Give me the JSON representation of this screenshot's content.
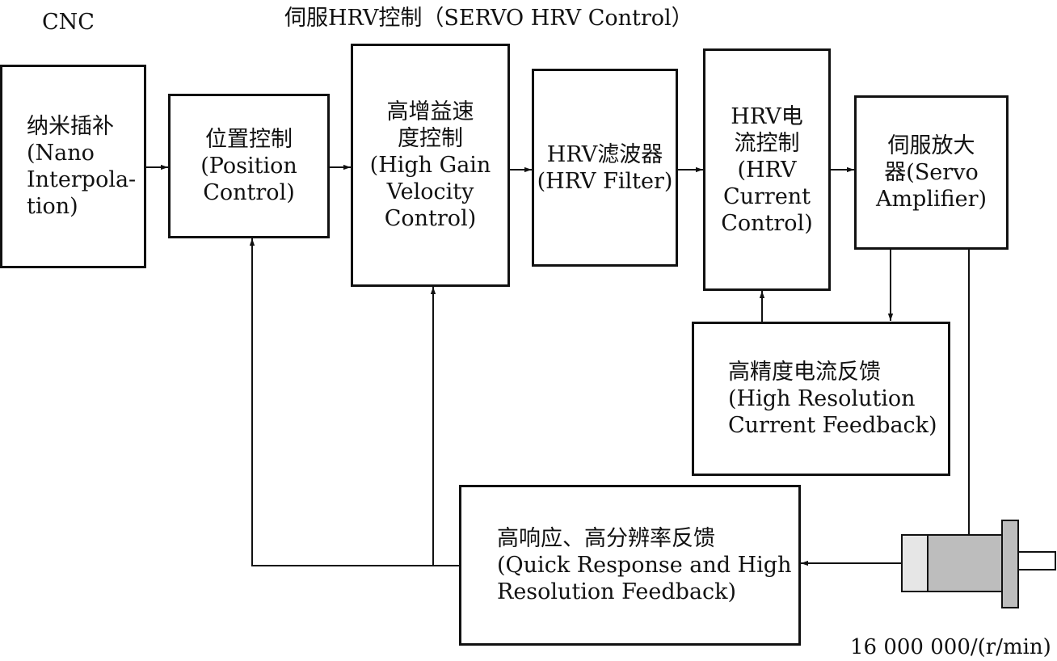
{
  "title_servo": "伺服HRV控制（SERVO HRV Control）",
  "title_cnc": "CNC",
  "blocks": {
    "nano": [
      "纳米插补",
      "(Nano",
      "Interpola-",
      "tion)"
    ],
    "position": [
      "位置控制",
      "(Position",
      "Control)"
    ],
    "velocity": [
      "高增益速",
      "度控制",
      "(High Gain",
      "Velocity",
      "Control)"
    ],
    "filter": [
      "HRV滤波器",
      "(HRV Filter)"
    ],
    "current": [
      "HRV电",
      "流控制",
      "(HRV",
      "Current",
      "Control)"
    ],
    "amplifier": [
      "伺服放大",
      "器(Servo",
      "Amplifier)"
    ],
    "current_feedback": [
      "高精度电流反馈",
      "(High Resolution",
      "Current Feedback)"
    ],
    "quick_feedback": [
      "高响应、高分辨率反馈",
      "(Quick Response and High",
      "Resolution Feedback)"
    ]
  },
  "speed_label": "16 000 000/(r/min)"
}
